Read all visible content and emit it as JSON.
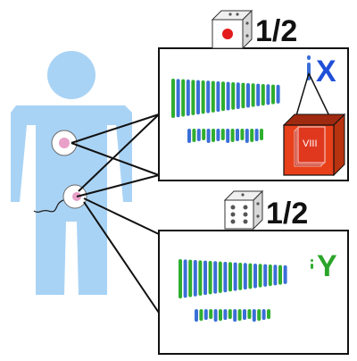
{
  "top_outcome": {
    "probability": "1/2",
    "sex_chromosome": "X",
    "sex_chromosome_color": "#1f4fd8",
    "box_label": "VIII",
    "box_color": "#e8401a",
    "dice_face": 1
  },
  "bottom_outcome": {
    "probability": "1/2",
    "sex_chromosome": "Y",
    "sex_chromosome_color": "#2aa52a",
    "dice_face": 6
  },
  "colors": {
    "body": "#a9d3f5",
    "chromosome_green": "#2fae2f",
    "chromosome_blue": "#3a6fd8",
    "cell_pink": "#e8a0c8"
  },
  "icons": [
    "dice-one-icon",
    "dice-six-icon",
    "human-body-icon",
    "egg-cell-icon",
    "sperm-cell-icon",
    "gene-box-icon"
  ]
}
